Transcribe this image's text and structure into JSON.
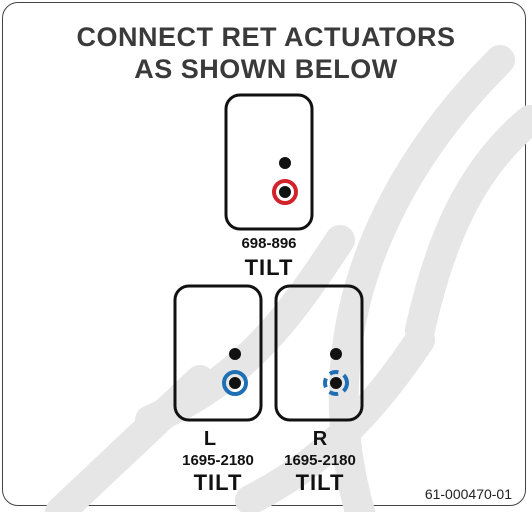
{
  "heading": {
    "line1": "CONNECT RET ACTUATORS",
    "line2": "AS SHOWN BELOW"
  },
  "top_port": {
    "range": "698-896",
    "mode": "TILT",
    "ring_color": "#d2232a"
  },
  "left_port": {
    "side": "L",
    "range": "1695-2180",
    "mode": "TILT",
    "ring_color": "#1f6fb5"
  },
  "right_port": {
    "side": "R",
    "range": "1695-2180",
    "mode": "TILT",
    "ring_color": "#1f6fb5",
    "ring_style": "dashed"
  },
  "part_number": "61-000470-01",
  "watermark_color": "#e6e6e6"
}
